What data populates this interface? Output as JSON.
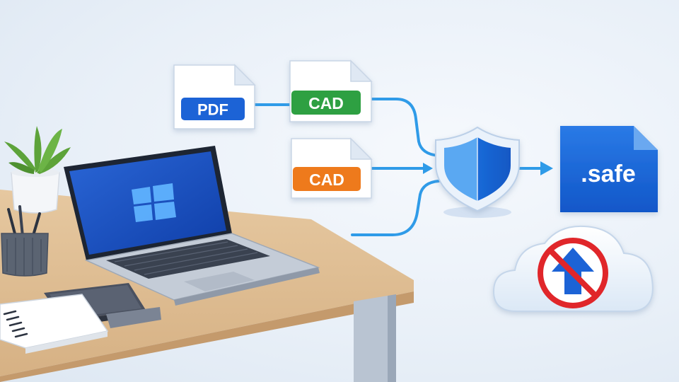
{
  "files": {
    "pdf": {
      "label": "PDF"
    },
    "cad_green": {
      "label": "CAD"
    },
    "cad_orange": {
      "label": "CAD"
    }
  },
  "output": {
    "label": ".safe"
  },
  "colors": {
    "pdf_badge": "#1f63d6",
    "cad_green_badge": "#2ea043",
    "cad_orange_badge": "#ee7a1a",
    "flow_line": "#2f9be8",
    "shield": "#1a6ad8",
    "safe_file": "#1565d8",
    "prohibit": "#e0262b",
    "upload_arrow": "#1f63d6",
    "screen": "#1749b8"
  },
  "icons": {
    "shield": "shield-icon",
    "no_upload": "cloud-upload-prohibited-icon",
    "windows": "windows-logo-icon"
  }
}
